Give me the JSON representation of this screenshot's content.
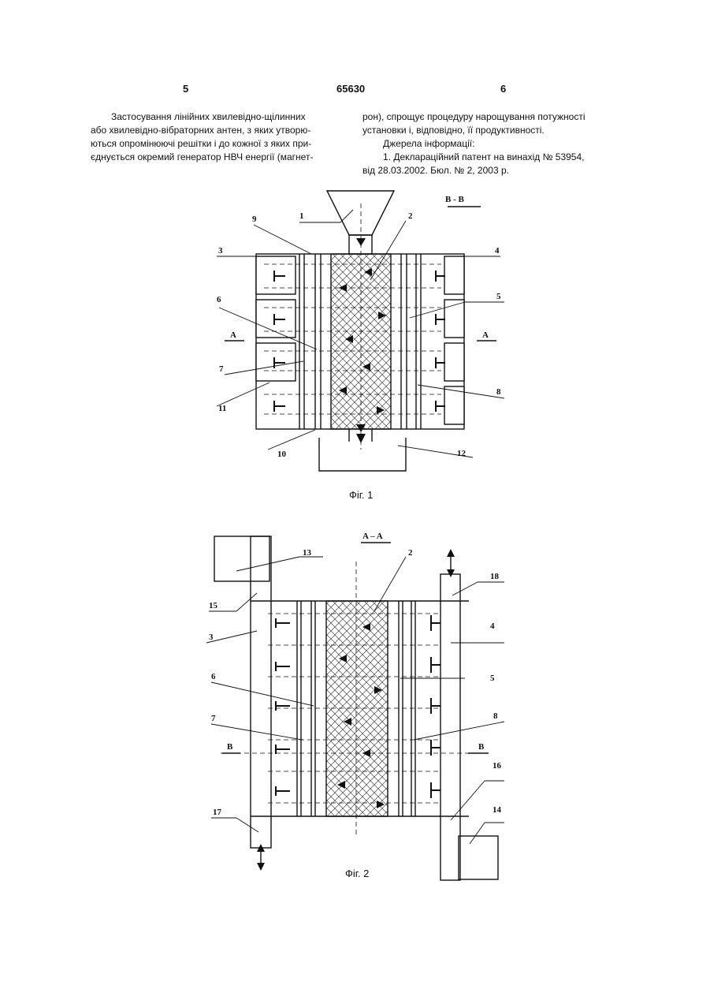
{
  "page": {
    "left_number": "5",
    "center_number": "65630",
    "right_number": "6"
  },
  "text": {
    "left_column": [
      "Застосування лінійних хвилевідно-щілинних",
      "або хвилевідно-вібраторних антен, з яких утворю-",
      "ються опромінюючі решітки і до кожної з яких при-",
      "єднується окремий генератор НВЧ енергії (магнет-"
    ],
    "right_column": [
      "рон), спрощує процедуру нарощування потужності",
      "установки і, відповідно, її продуктивності."
    ],
    "sources_heading": "Джерела інформації:",
    "reference": [
      "1. Декларацiйний патент на винахiд № 53954,",
      "від 28.03.2002. Бюл. № 2, 2003 р."
    ]
  },
  "figure1": {
    "caption": "Фiг. 1",
    "section_label": "B - B",
    "side_labels": [
      "A",
      "A"
    ],
    "callouts": [
      "1",
      "2",
      "3",
      "4",
      "5",
      "6",
      "7",
      "8",
      "9",
      "10",
      "11",
      "12"
    ]
  },
  "figure2": {
    "caption": "Фiг. 2",
    "section_label": "A – A",
    "side_labels": [
      "B",
      "B"
    ],
    "callouts": [
      "13",
      "2",
      "18",
      "15",
      "4",
      "3",
      "6",
      "5",
      "7",
      "8",
      "16",
      "17",
      "14"
    ]
  }
}
